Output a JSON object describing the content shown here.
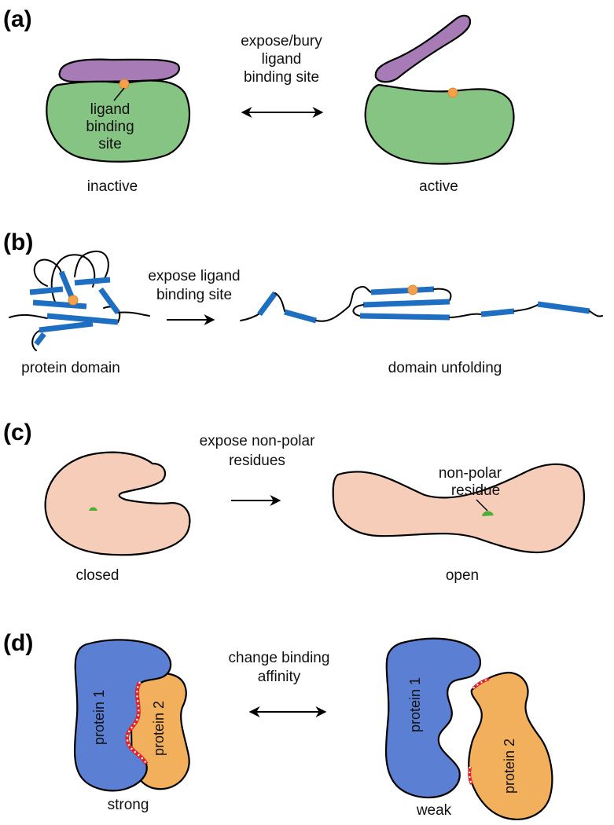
{
  "colors": {
    "green_domain": "#86C484",
    "purple_lid": "#A77BB5",
    "ligand_orange": "#F5A04A",
    "beta_strand_blue": "#1E6FC1",
    "peach_protein": "#F6CDB8",
    "nonpolar_green": "#4CAF35",
    "protein1_blue": "#5B7FD2",
    "protein2_orange": "#F2B05C",
    "interface_red": "#E0222A"
  },
  "panels": {
    "a": {
      "letter": "(a)",
      "caption": [
        "expose/bury",
        "ligand",
        "binding site"
      ],
      "left_label": "inactive",
      "right_label": "active",
      "site_label": [
        "ligand",
        "binding",
        "site"
      ],
      "arrow": "double"
    },
    "b": {
      "letter": "(b)",
      "caption": [
        "expose ligand",
        "binding site"
      ],
      "left_label": "protein domain",
      "right_label": "domain unfolding",
      "arrow": "single"
    },
    "c": {
      "letter": "(c)",
      "caption": [
        "expose non-polar",
        "residues"
      ],
      "left_label": "closed",
      "right_label": "open",
      "site_label": [
        "non-polar",
        "residue"
      ],
      "arrow": "single"
    },
    "d": {
      "letter": "(d)",
      "caption": [
        "change binding",
        "affinity"
      ],
      "left_label": "strong",
      "right_label": "weak",
      "protein1": "protein 1",
      "protein2": "protein 2",
      "arrow": "double"
    }
  }
}
